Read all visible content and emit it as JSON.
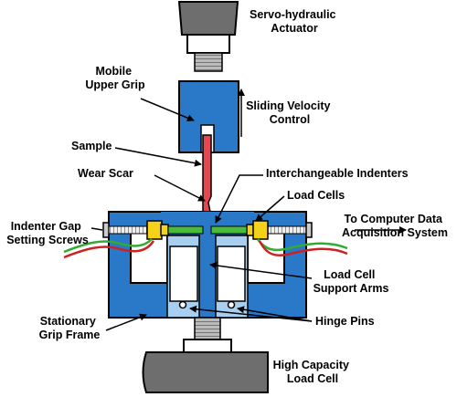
{
  "labels": {
    "actuator": [
      "Servo-hydraulic",
      "Actuator"
    ],
    "upper_grip": [
      "Mobile",
      "Upper Grip"
    ],
    "velocity": [
      "Sliding Velocity",
      "Control"
    ],
    "sample": "Sample",
    "wear_scar": "Wear Scar",
    "indenters": "Interchangeable Indenters",
    "load_cells": "Load Cells",
    "gap_screws": [
      "Indenter Gap",
      "Setting Screws"
    ],
    "daq": [
      "To Computer Data",
      "Acquisition System"
    ],
    "support_arms": [
      "Load Cell",
      "Support Arms"
    ],
    "hinge_pins": "Hinge Pins",
    "grip_frame": [
      "Stationary",
      "Grip Frame"
    ],
    "load_cell_high": [
      "High Capacity",
      "Load Cell"
    ]
  },
  "colors": {
    "grip_blue": "#2a78c8",
    "arm_light_blue": "#a8cff0",
    "gray_body": "#6e6e6e",
    "sample_red": "#e8464e",
    "wire_red": "#cc2222",
    "wire_green": "#33aa33",
    "load_cell_yellow": "#f4d21a",
    "indenter_green": "#4cbb3c"
  }
}
